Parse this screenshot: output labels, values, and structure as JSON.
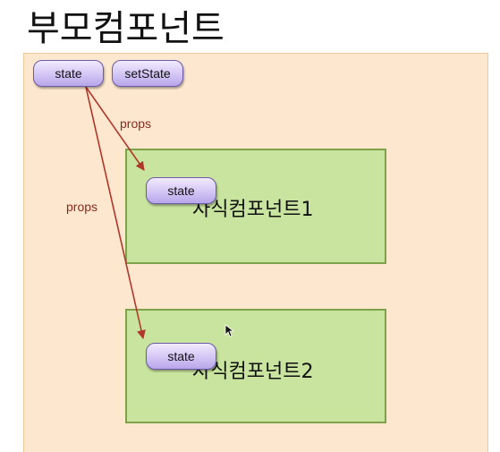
{
  "title": "부모컴포넌트",
  "parent": {
    "pills": {
      "state": "state",
      "setState": "setState"
    }
  },
  "children": [
    {
      "label": "자식컴포넌트1",
      "pill": "state"
    },
    {
      "label": "자식컴포넌트2",
      "pill": "state"
    }
  ],
  "edges": [
    {
      "from": "parent.state",
      "to": "children.0.state",
      "label": "props"
    },
    {
      "from": "parent.state",
      "to": "children.1.state",
      "label": "props"
    }
  ],
  "colors": {
    "parent_bg": "#fde8cf",
    "child_bg": "#c9e49f",
    "child_border": "#7ea24a",
    "pill_bg": "#d9ccf7",
    "arrow": "#b1362b",
    "edge_label": "#8b2a1f"
  }
}
